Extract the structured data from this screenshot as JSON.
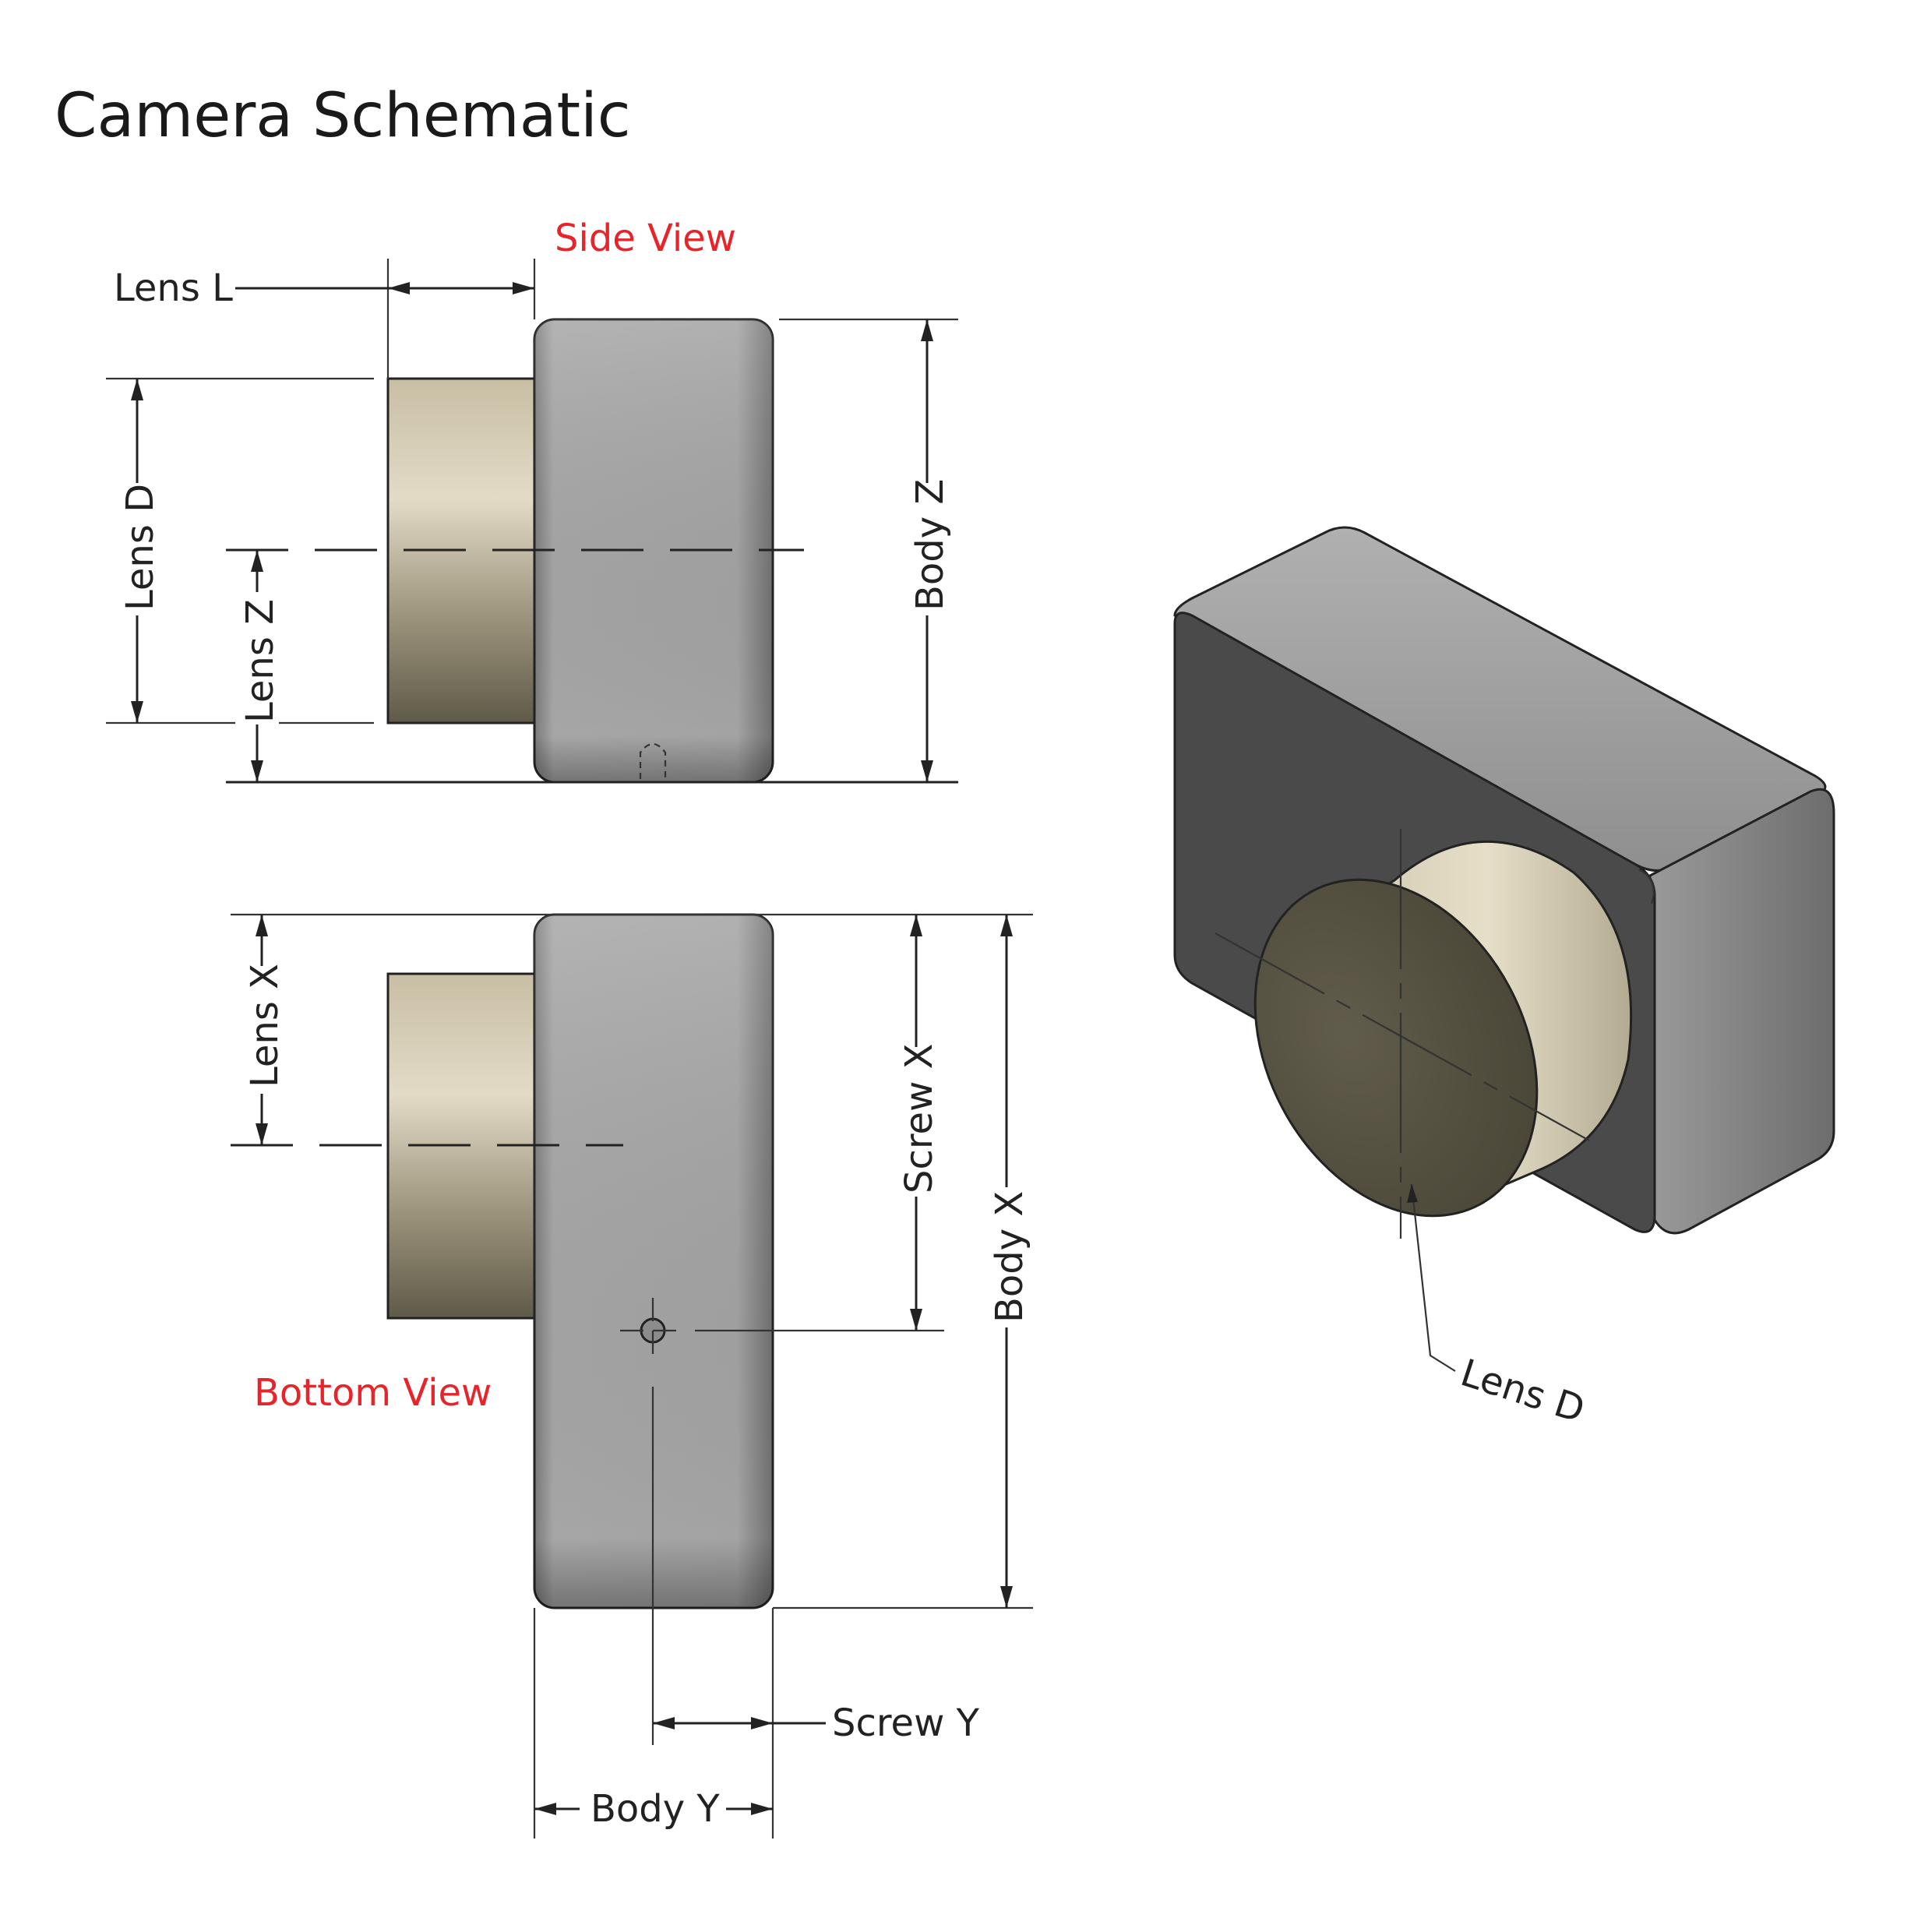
{
  "title": "Camera Schematic",
  "views": {
    "side": "Side View",
    "bottom": "Bottom View"
  },
  "dimensions": {
    "lens_l": "Lens L",
    "lens_d": "Lens D",
    "lens_z": "Lens Z",
    "body_z": "Body Z",
    "lens_x": "Lens X",
    "screw_x": "Screw X",
    "body_x": "Body X",
    "screw_y": "Screw Y",
    "body_y": "Body Y",
    "lens_d_iso": "Lens D"
  },
  "colors": {
    "label_red": "#e8242b",
    "body_gray": "#a3a3a3",
    "body_dark": "#4a4a4a",
    "lens_tan": "#d8d0b8",
    "lens_dark": "#55513f"
  }
}
